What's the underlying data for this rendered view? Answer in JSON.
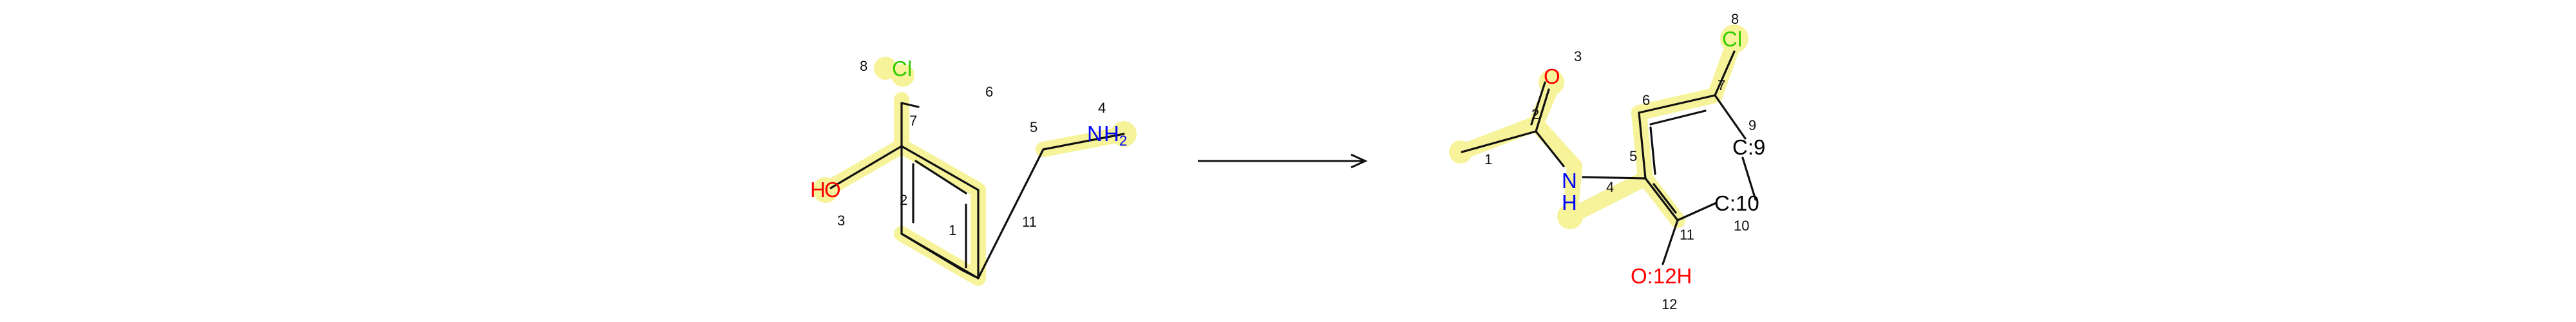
{
  "colors": {
    "bond": "#111111",
    "highlight": "#f6f39a",
    "chlorine": "#33cc00",
    "oxygen": "#ff0000",
    "nitrogen": "#0000ff",
    "carbon": "#000000"
  },
  "reactant": {
    "atoms": {
      "cl": "Cl",
      "ho_h": "H",
      "ho_o": "O",
      "nh_n": "N",
      "nh_h": "H",
      "nh_sub": "2"
    },
    "map_numbers": [
      "1",
      "2",
      "3",
      "4",
      "5",
      "6",
      "7",
      "8",
      "11"
    ]
  },
  "product": {
    "atoms": {
      "o_carbonyl": "O",
      "nh_n": "N",
      "nh_h": "H",
      "cl": "Cl",
      "c9": "C:9",
      "c10": "C:10",
      "o12": "O:12H"
    },
    "map_numbers": [
      "1",
      "2",
      "3",
      "4",
      "5",
      "6",
      "7",
      "8",
      "9",
      "10",
      "11",
      "12"
    ]
  },
  "reaction_arrow": "right-arrow"
}
